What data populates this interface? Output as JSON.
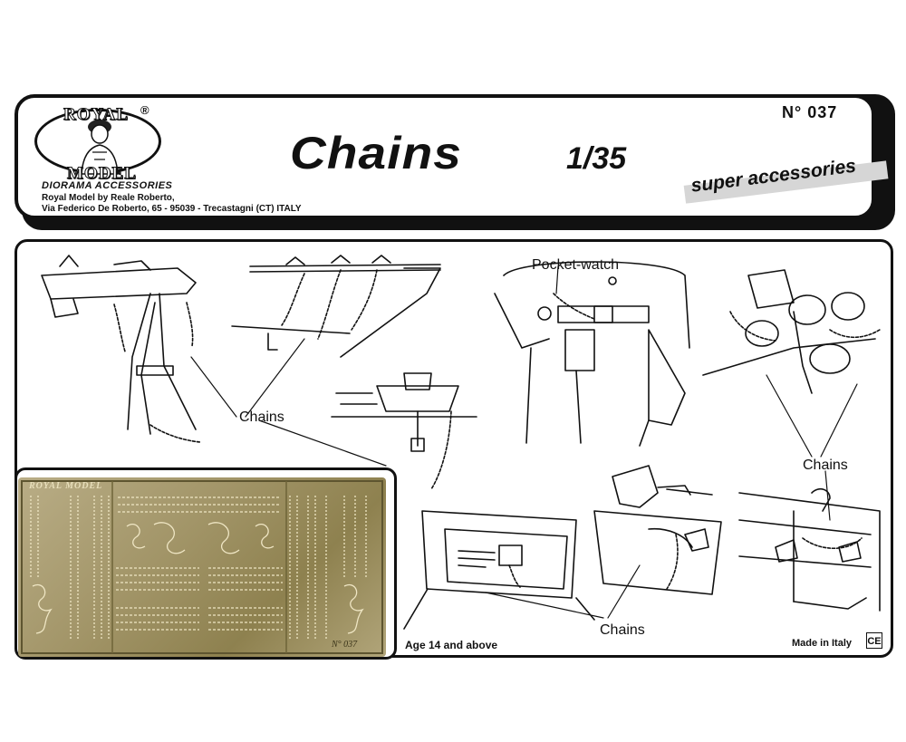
{
  "header": {
    "logo": {
      "top_text": "ROYAL",
      "registered": "®",
      "bottom_text": "MODEL",
      "subtitle": "DIORAMA ACCESSORIES"
    },
    "address_line1": "Royal Model by Reale Roberto,",
    "address_line2": "Via Federico De Roberto, 65 - 95039 - Trecastagni (CT) ITALY",
    "title": "Chains",
    "scale": "1/35",
    "number": "N° 037",
    "tagline": "super accessories"
  },
  "illustration": {
    "labels": {
      "chains_left": "Chains",
      "chains_right": "Chains",
      "chains_bottom": "Chains",
      "pocket_watch": "Pocket-watch"
    },
    "age_notice": "Age 14 and above",
    "made_in": "Made in Italy",
    "ce_mark": "CE"
  },
  "fret": {
    "brand": "ROYAL MODEL",
    "number": "N° 037",
    "color": "#a29568"
  }
}
